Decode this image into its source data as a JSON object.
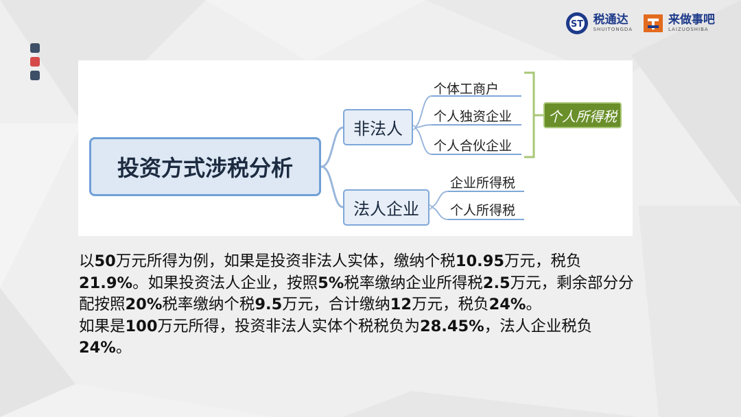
{
  "header": {
    "logo1": {
      "main": "税通达",
      "sub": "SHUITONGDA",
      "icon": "st-circle-logo-icon",
      "color": "#1d3a8a"
    },
    "logo2": {
      "main": "来做事吧",
      "sub": "LAIZUOSHIBA",
      "icon": "lz-square-logo-icon",
      "color": "#e36b1f"
    }
  },
  "colors": {
    "marker_dark": "#3d4f66",
    "marker_red": "#d64a4a",
    "tag_green": "#6a8f2a",
    "node_blue": "#6f9fd6"
  },
  "diagram": {
    "root": "投资方式涉税分析",
    "branches": [
      {
        "label": "非法人",
        "children": [
          "个体工商户",
          "个人独资企业",
          "个人合伙企业"
        ],
        "tag": "个人所得税"
      },
      {
        "label": "法人企业",
        "children": [
          "企业所得税",
          "个人所得税"
        ]
      }
    ]
  },
  "body": {
    "para1": [
      {
        "t": "以",
        "b": false
      },
      {
        "t": "50",
        "b": true
      },
      {
        "t": "万元所得为例，如果是投资非法人实体，缴纳个税",
        "b": false
      },
      {
        "t": "10.95",
        "b": true
      },
      {
        "t": "万元，",
        "b": false
      },
      {
        "t": "税负",
        "b": false
      },
      {
        "t": "21.9%",
        "b": true
      },
      {
        "t": "。如果投资法人企业，按照",
        "b": false
      },
      {
        "t": "5%",
        "b": true
      },
      {
        "t": "税率缴纳企业所得税",
        "b": false
      },
      {
        "t": "2.5",
        "b": true
      },
      {
        "t": "万元，剩余部分分配按照",
        "b": false
      },
      {
        "t": "20%",
        "b": true
      },
      {
        "t": "税率缴纳个税",
        "b": false
      },
      {
        "t": "9.5",
        "b": true
      },
      {
        "t": "万元，合计缴纳",
        "b": false
      },
      {
        "t": "12",
        "b": true
      },
      {
        "t": "万元，税负",
        "b": false
      },
      {
        "t": "24%",
        "b": true
      },
      {
        "t": "。",
        "b": false
      }
    ],
    "para2": [
      {
        "t": "如果是",
        "b": false
      },
      {
        "t": "100",
        "b": true
      },
      {
        "t": "万元所得，投资非法人实体个税税负为",
        "b": false
      },
      {
        "t": "28.45%",
        "b": true
      },
      {
        "t": "，法人企业税负",
        "b": false
      },
      {
        "t": "24%",
        "b": true
      },
      {
        "t": "。",
        "b": false
      }
    ]
  }
}
